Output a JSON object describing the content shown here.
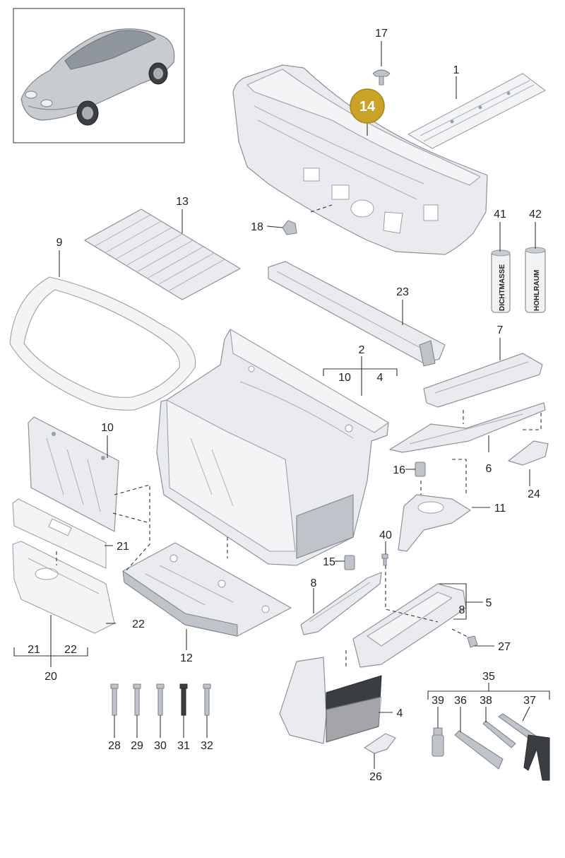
{
  "highlight": {
    "number": "14",
    "color": "#c9a227"
  },
  "labels": {
    "p1": "1",
    "p2": "2",
    "p2_sub_a": "10",
    "p2_sub_b": "4",
    "p4": "4",
    "p4b": "4",
    "p5": "5",
    "p5_sub": "8",
    "p6": "6",
    "p7": "7",
    "p8": "8",
    "p9": "9",
    "p10": "10",
    "p11": "11",
    "p12": "12",
    "p13": "13",
    "p15": "15",
    "p16": "16",
    "p17": "17",
    "p18": "18",
    "p20": "20",
    "p20_sub_a": "21",
    "p20_sub_b": "22",
    "p21": "21",
    "p22": "22",
    "p23": "23",
    "p24": "24",
    "p26": "26",
    "p27": "27",
    "p28": "28",
    "p29": "29",
    "p30": "30",
    "p31": "31",
    "p32": "32",
    "p35": "35",
    "p36": "36",
    "p37": "37",
    "p38": "38",
    "p39": "39",
    "p40": "40",
    "p41": "41",
    "p42": "42"
  },
  "cans": {
    "left_text": "DICHTMASSE",
    "right_text": "HOHLRAUM"
  },
  "colors": {
    "metal": "#e9ebee",
    "outline": "#8c929a",
    "sealing_black": "#3a3d41"
  },
  "icons": {
    "car": "porsche-911-thumbnail-icon"
  }
}
